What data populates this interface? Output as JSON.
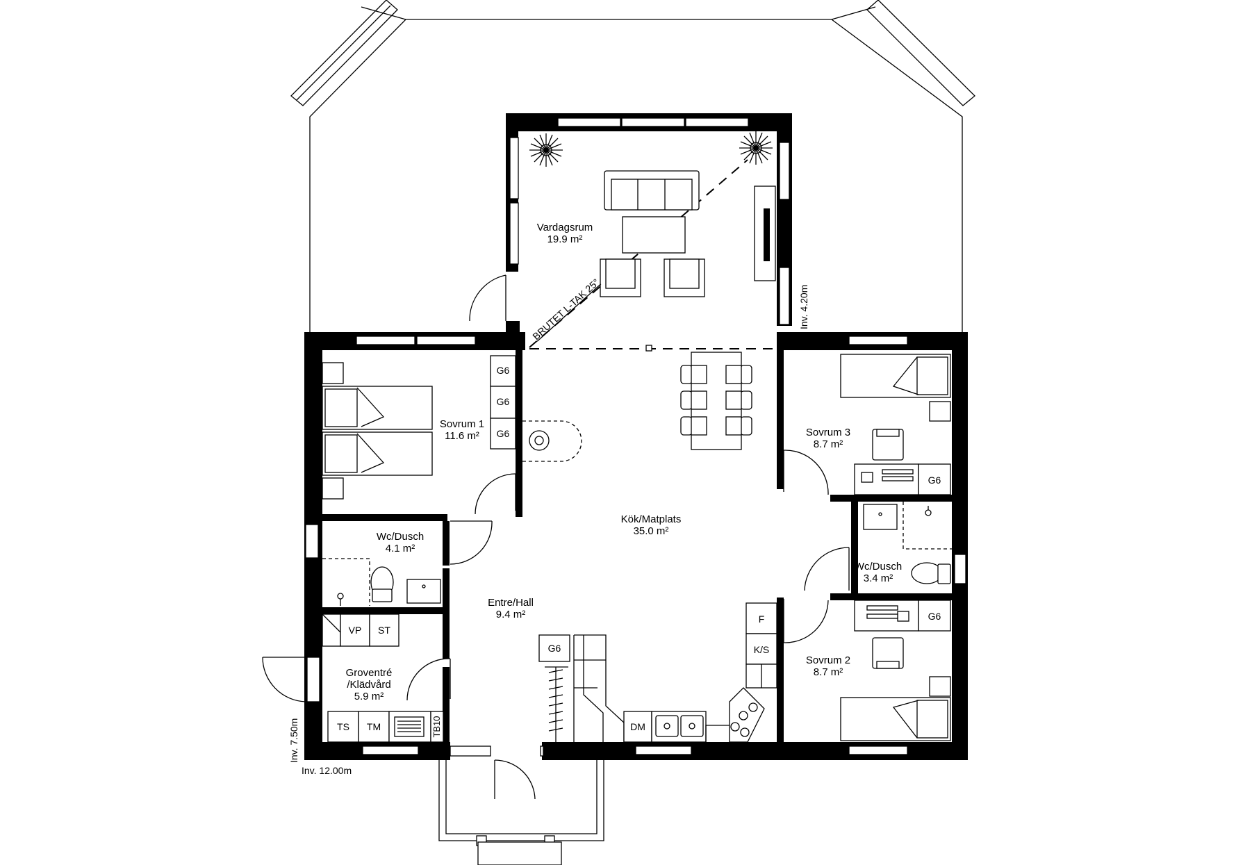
{
  "rooms": {
    "vardagsrum": {
      "name": "Vardagsrum",
      "area": "19.9 m²"
    },
    "sovrum1": {
      "name": "Sovrum 1",
      "area": "11.6 m²"
    },
    "kok": {
      "name": "Kök/Matplats",
      "area": "35.0 m²"
    },
    "sovrum3": {
      "name": "Sovrum 3",
      "area": "8.7 m²"
    },
    "wc1": {
      "name": "Wc/Dusch",
      "area": "4.1 m²"
    },
    "wc2": {
      "name": "Wc/Dusch",
      "area": "3.4 m²"
    },
    "entre": {
      "name": "Entre/Hall",
      "area": "9.4 m²"
    },
    "groventre": {
      "name": "Groventré",
      "name2": "/Klädvård",
      "area": "5.9 m²"
    },
    "sovrum2": {
      "name": "Sovrum 2",
      "area": "8.7 m²"
    }
  },
  "fixtures": {
    "g6": "G6",
    "vp": "VP",
    "st": "ST",
    "ts": "TS",
    "tm": "TM",
    "tb10": "TB10",
    "f": "F",
    "ks": "K/S",
    "dm": "DM"
  },
  "notes": {
    "roof": "BRUTET L-TAK 25°",
    "inv_h": "Inv. 4.20m",
    "inv_v": "Inv. 7.50m",
    "inv_w": "Inv. 12.00m"
  }
}
